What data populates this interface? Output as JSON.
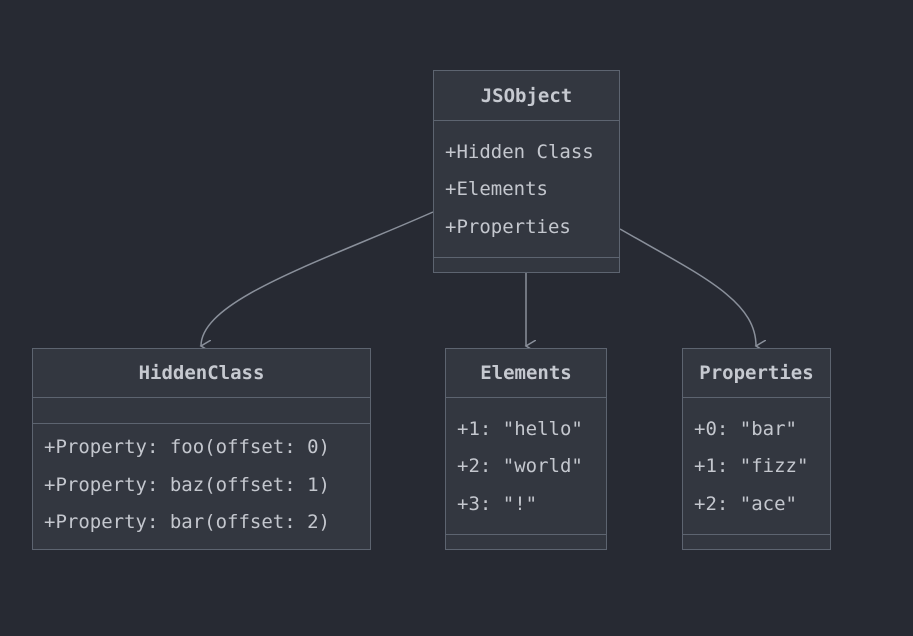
{
  "classes": {
    "jsobject": {
      "name": "JSObject",
      "attributes": [
        "+Hidden Class",
        "+Elements",
        "+Properties"
      ],
      "methods": []
    },
    "hiddenclass": {
      "name": "HiddenClass",
      "attributes": [],
      "methods": [
        "+Property: foo(offset: 0)",
        "+Property: baz(offset: 1)",
        "+Property: bar(offset: 2)"
      ]
    },
    "elements": {
      "name": "Elements",
      "attributes": [
        "+1: \"hello\"",
        "+2: \"world\"",
        "+3: \"!\""
      ],
      "methods": []
    },
    "properties": {
      "name": "Properties",
      "attributes": [
        "+0: \"bar\"",
        "+1: \"fizz\"",
        "+2: \"ace\""
      ],
      "methods": []
    }
  },
  "colors": {
    "background": "#272a33",
    "box_fill": "#333740",
    "box_border": "#5d6470",
    "edge": "#8a909b",
    "text": "#c4c7ce"
  }
}
